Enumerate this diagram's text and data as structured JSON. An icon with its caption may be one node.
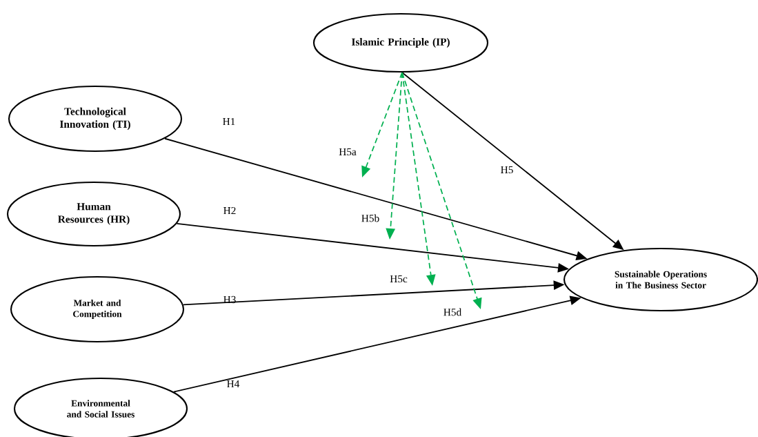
{
  "diagram": {
    "nodes": [
      {
        "text": [
          "Islamic Principle (IP)"
        ]
      },
      {
        "text": [
          "Technological Innovation (TI)"
        ]
      },
      {
        "text": [
          "Human Resources (HR)"
        ]
      },
      {
        "text": [
          "Market and Competition"
        ]
      },
      {
        "text": [
          "Environmental and Social Issues"
        ]
      },
      {
        "text": [
          "Sustainable Operations in The Business Sector"
        ]
      }
    ],
    "edges": [
      {
        "from": 1,
        "to": 5,
        "arrow": "to",
        "label": "H1"
      },
      {
        "from": 2,
        "to": 5,
        "arrow": "to",
        "label": "H2"
      },
      {
        "from": 3,
        "to": 5,
        "arrow": "to",
        "label": "H3"
      },
      {
        "from": 4,
        "to": 5,
        "arrow": "to",
        "label": "H4"
      },
      {
        "from": 0,
        "to": 5,
        "arrow": "to",
        "label": "H5"
      },
      {
        "from": 0,
        "to": null,
        "arrow": "to",
        "label": "H5a",
        "style": "dashed",
        "color": "#00b050"
      },
      {
        "from": 0,
        "to": null,
        "arrow": "to",
        "label": "H5b",
        "style": "dashed",
        "color": "#00b050"
      },
      {
        "from": 0,
        "to": null,
        "arrow": "to",
        "label": "H5c",
        "style": "dashed",
        "color": "#00b050"
      },
      {
        "from": 0,
        "to": null,
        "arrow": "to",
        "label": "H5d",
        "style": "dashed",
        "color": "#00b050"
      }
    ]
  }
}
